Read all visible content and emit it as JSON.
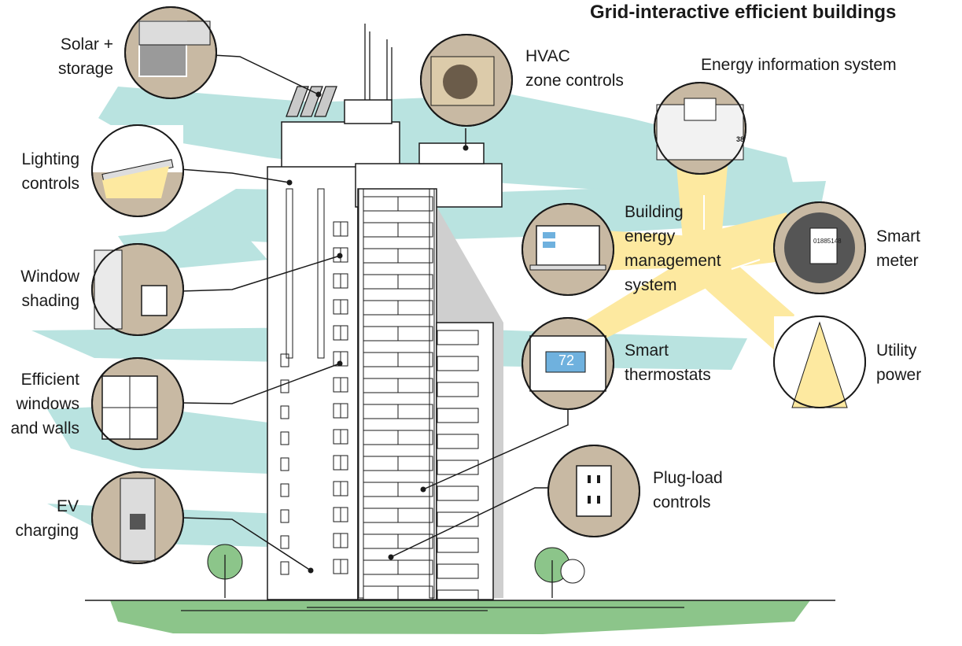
{
  "title": "Grid-interactive efficient buildings",
  "labels": {
    "solar": [
      "Solar +",
      "storage"
    ],
    "lighting": [
      "Lighting",
      "controls"
    ],
    "shading": [
      "Window",
      "shading"
    ],
    "windows": [
      "Efficient",
      "windows",
      "and walls"
    ],
    "ev": [
      "EV",
      "charging"
    ],
    "hvac": [
      "HVAC",
      "zone controls"
    ],
    "eis": [
      "Energy information system"
    ],
    "bems": [
      "Building",
      "energy",
      "management",
      "system"
    ],
    "meter": [
      "Smart",
      "meter"
    ],
    "thermostat": [
      "Smart",
      "thermostats"
    ],
    "utility": [
      "Utility",
      "power"
    ],
    "plug": [
      "Plug-load",
      "controls"
    ]
  },
  "device_text": {
    "thermostat_display": "72",
    "meter_display": "01885148",
    "eis_number": "38"
  },
  "colors": {
    "sky_band": "#b9e3e0",
    "energy_beam": "#fde9a0",
    "circle_bg": "#c8b9a3",
    "ground": "#8cc58a",
    "building": "#ffffff",
    "shadow": "#cfcfcf",
    "outline": "#1a1a1a"
  },
  "icons": [
    "solar-panel-icon",
    "light-fixture-icon",
    "window-shade-icon",
    "window-icon",
    "ev-charger-icon",
    "hvac-unit-icon",
    "dashboard-icon",
    "laptop-icon",
    "electric-meter-icon",
    "thermostat-icon",
    "power-tower-icon",
    "outlet-icon"
  ]
}
